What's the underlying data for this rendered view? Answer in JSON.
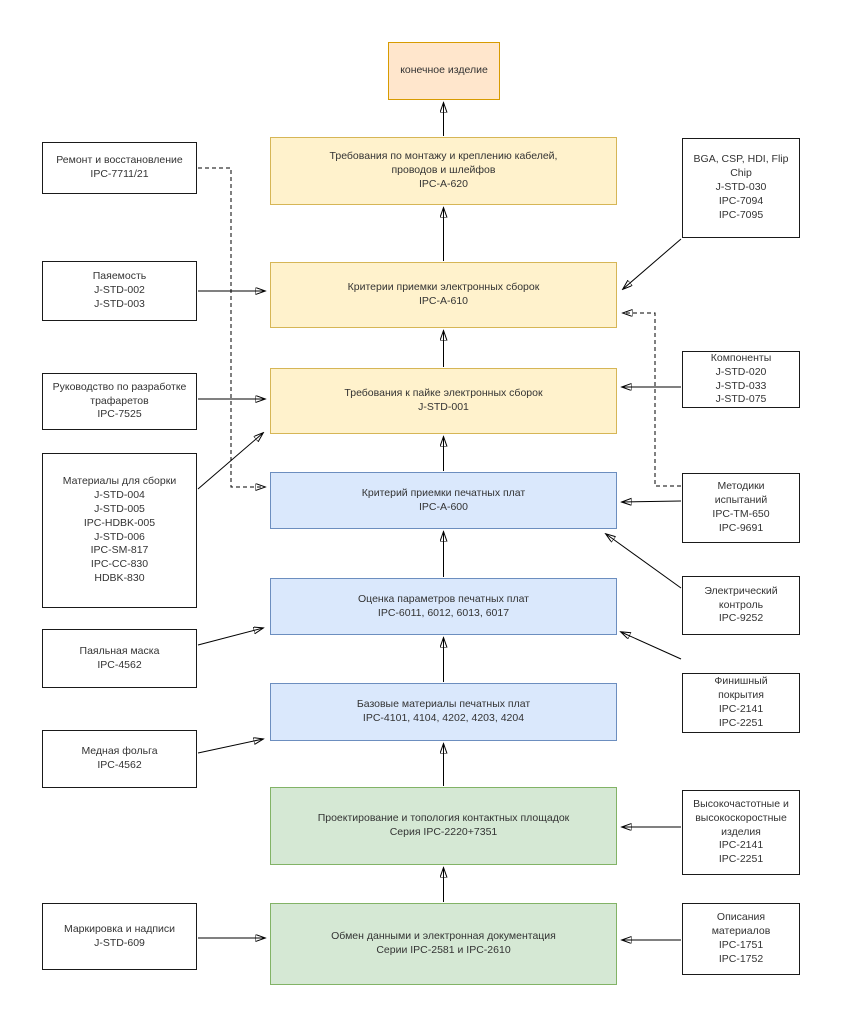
{
  "palette": {
    "yellow_fill": "#FFF2CC",
    "yellow_border": "#D6B656",
    "blue_fill": "#DAE8FC",
    "blue_border": "#6C8EBF",
    "green_fill": "#D5E8D4",
    "green_border": "#82B366",
    "orange_fill": "#FFE6CC",
    "orange_border": "#D79B00",
    "white_fill": "#FFFFFF",
    "line_color": "#000000"
  },
  "nodes": {
    "final_product": {
      "text": "конечное изделие"
    },
    "cables": {
      "text": "Требования по монтажу и креплению кабелей,\nпроводов и шлейфов\nIPC-A-620"
    },
    "assembly_accept": {
      "text": "Критерии приемки электронных сборок\nIPC-A-610"
    },
    "soldering": {
      "text": "Требования к пайке электронных сборок\nJ-STD-001"
    },
    "board_accept": {
      "text": "Критерий приемки печатных плат\nIPC-A-600"
    },
    "board_eval": {
      "text": "Оценка параметров печатных плат\nIPC-6011, 6012, 6013, 6017"
    },
    "base_materials": {
      "text": "Базовые материалы печатных плат\nIPC-4101, 4104, 4202, 4203, 4204"
    },
    "design": {
      "text": "Проектирование и топология контактных площадок\nСерия IPC-2220+7351"
    },
    "exchange": {
      "text": "Обмен данными и электронная документация\nСерии IPC-2581 и IPC-2610"
    },
    "repair": {
      "text": "Ремонт и восстановление\nIPC-7711/21"
    },
    "solderability": {
      "text": "Паяемость\nJ-STD-002\nJ-STD-003"
    },
    "stencil": {
      "text": "Руководство по разработке\nтрафаретов\nIPC-7525"
    },
    "materials": {
      "text": "Материалы для сборки\nJ-STD-004\nJ-STD-005\nIPC-HDBK-005\nJ-STD-006\nIPC-SM-817\nIPC-CC-830\nHDBK-830"
    },
    "solder_mask": {
      "text": "Паяльная маска\nIPC-4562"
    },
    "copper_foil": {
      "text": "Медная фольга\nIPC-4562"
    },
    "marking": {
      "text": "Маркировка и надписи\nJ-STD-609"
    },
    "bga": {
      "text": "BGA, CSP, HDI, Flip\nChip\nJ-STD-030\nIPC-7094\nIPC-7095"
    },
    "components": {
      "text": "Компоненты\nJ-STD-020\nJ-STD-033\nJ-STD-075"
    },
    "test_methods": {
      "text": "Методики\nиспытаний\nIPC-TM-650\nIPC-9691"
    },
    "electrical": {
      "text": "Электрический\nконтроль\nIPC-9252"
    },
    "finishes": {
      "text": "Финишный\nпокрытия\nIPC-2141\nIPC-2251"
    },
    "highfreq": {
      "text": "Высокочастотные и\nвысокоскоростные\nизделия\nIPC-2141\nIPC-2251"
    },
    "material_desc": {
      "text": "Описания\nматериалов\nIPC-1751\nIPC-1752"
    }
  },
  "edges": [
    {
      "from": "exchange",
      "to": "design",
      "style": "solid"
    },
    {
      "from": "design",
      "to": "base_materials",
      "style": "solid"
    },
    {
      "from": "base_materials",
      "to": "board_eval",
      "style": "solid"
    },
    {
      "from": "board_eval",
      "to": "board_accept",
      "style": "solid"
    },
    {
      "from": "board_accept",
      "to": "soldering",
      "style": "solid"
    },
    {
      "from": "soldering",
      "to": "assembly_accept",
      "style": "solid"
    },
    {
      "from": "assembly_accept",
      "to": "cables",
      "style": "solid"
    },
    {
      "from": "cables",
      "to": "final_product",
      "style": "solid"
    },
    {
      "from": "repair",
      "to": "board_accept",
      "style": "dashed"
    },
    {
      "from": "solderability",
      "to": "assembly_accept",
      "style": "solid"
    },
    {
      "from": "stencil",
      "to": "soldering",
      "style": "solid"
    },
    {
      "from": "materials",
      "to": "soldering",
      "style": "solid"
    },
    {
      "from": "solder_mask",
      "to": "board_eval",
      "style": "solid"
    },
    {
      "from": "copper_foil",
      "to": "base_materials",
      "style": "solid"
    },
    {
      "from": "marking",
      "to": "exchange",
      "style": "solid"
    },
    {
      "from": "bga",
      "to": "assembly_accept",
      "style": "solid"
    },
    {
      "from": "components",
      "to": "soldering",
      "style": "solid"
    },
    {
      "from": "test_methods",
      "to": "board_accept",
      "style": "solid"
    },
    {
      "from": "test_methods",
      "to": "assembly_accept",
      "style": "dashed"
    },
    {
      "from": "electrical",
      "to": "board_accept",
      "style": "solid"
    },
    {
      "from": "finishes",
      "to": "board_eval",
      "style": "solid"
    },
    {
      "from": "highfreq",
      "to": "design",
      "style": "solid"
    },
    {
      "from": "material_desc",
      "to": "exchange",
      "style": "solid"
    }
  ]
}
